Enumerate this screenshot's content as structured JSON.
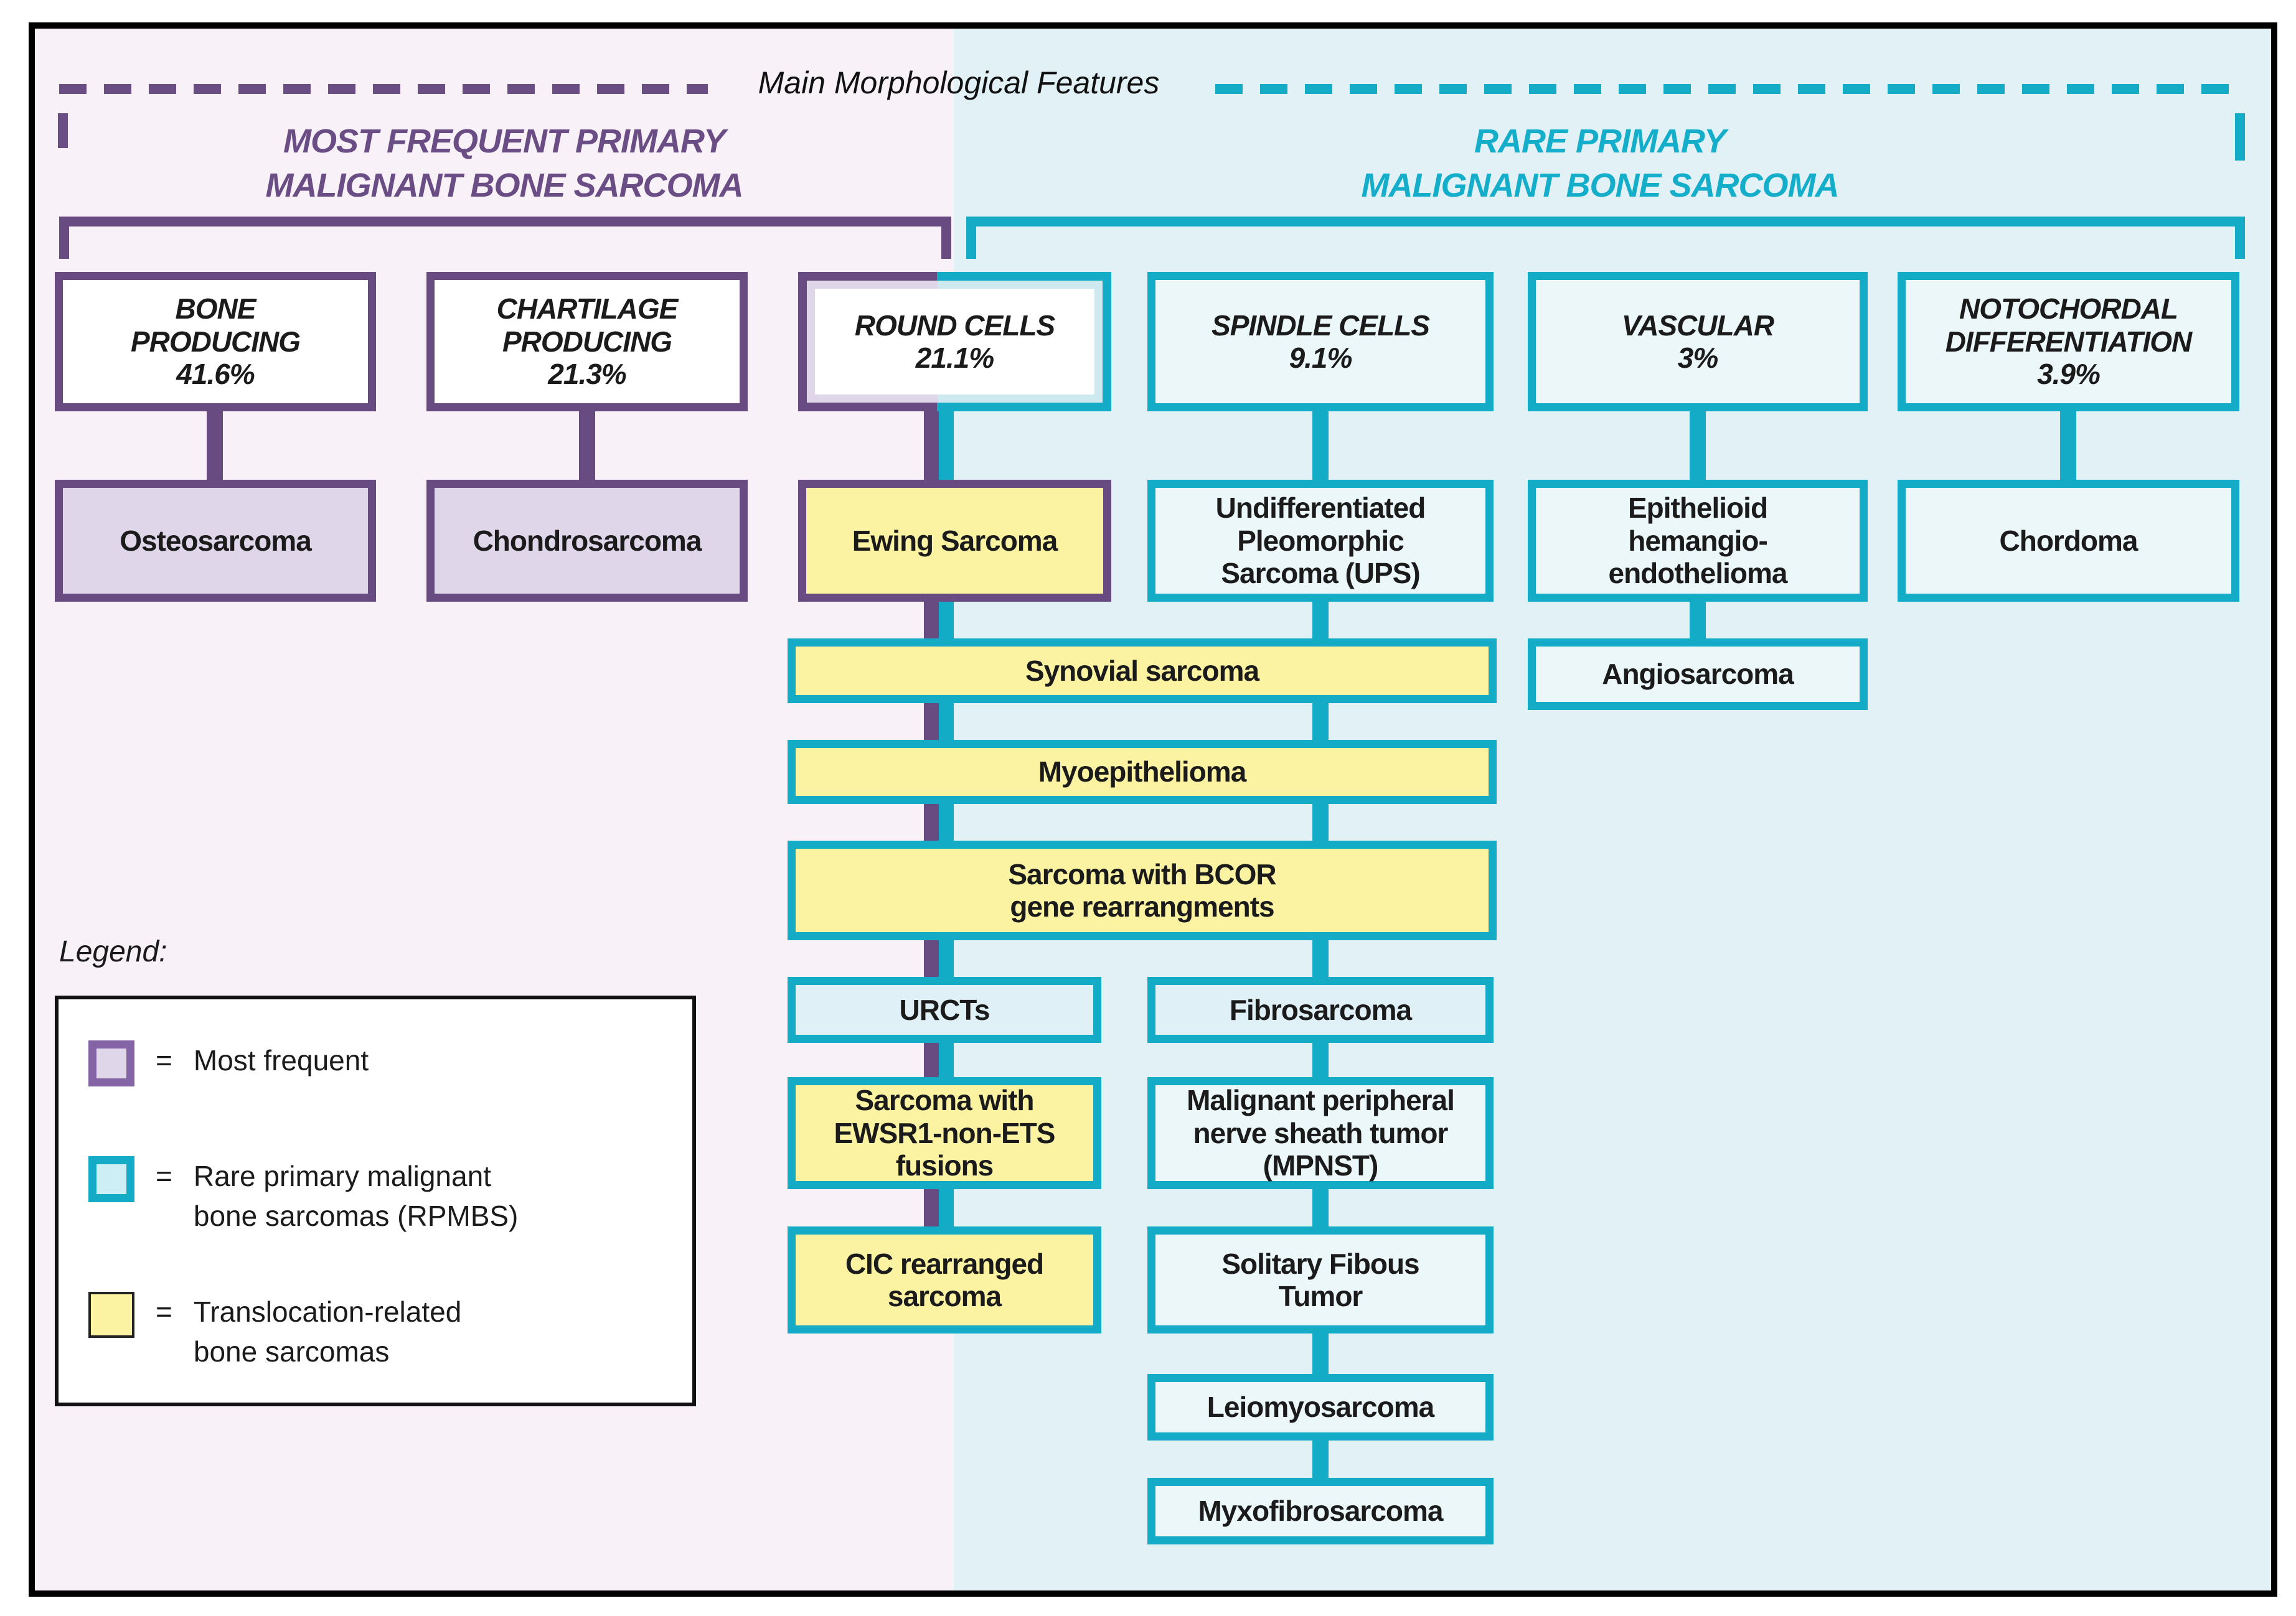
{
  "main_title": "Main Morphological Features",
  "groups": {
    "left": {
      "title": "MOST FREQUENT PRIMARY\nMALIGNANT BONE SARCOMA",
      "color": "#6b4d86"
    },
    "right": {
      "title": "RARE PRIMARY\nMALIGNANT BONE SARCOMA",
      "color": "#14aecb"
    }
  },
  "headers": {
    "bone": "BONE\nPRODUCING\n41.6%",
    "cartilage": "CHARTILAGE\nPRODUCING\n21.3%",
    "round": "ROUND CELLS\n21.1%",
    "spindle": "SPINDLE CELLS\n9.1%",
    "vascular": "VASCULAR\n3%",
    "notochordal": "NOTOCHORDAL\nDIFFERENTIATION\n3.9%"
  },
  "percentages": {
    "bone_producing": "41.6%",
    "cartilage_producing": "21.3%",
    "round_cells": "21.1%",
    "spindle_cells": "9.1%",
    "vascular": "3%",
    "notochordal_differentiation": "3.9%"
  },
  "nodes": {
    "osteosarcoma": "Osteosarcoma",
    "chondrosarcoma": "Chondrosarcoma",
    "ewing": "Ewing Sarcoma",
    "ups": "Undifferentiated\nPleomorphic\nSarcoma (UPS)",
    "ehe": "Epithelioid\nhemangio-\nendothelioma",
    "chordoma": "Chordoma",
    "angiosarcoma": "Angiosarcoma",
    "synovial": "Synovial sarcoma",
    "myoepithelioma": "Myoepithelioma",
    "bcor": "Sarcoma with BCOR\ngene rearrangments",
    "urcts": "URCTs",
    "fibrosarcoma": "Fibrosarcoma",
    "ewsr1": "Sarcoma with\nEWSR1-non-ETS\nfusions",
    "mpnst": "Malignant peripheral\nnerve sheath tumor\n(MPNST)",
    "cic": "CIC rearranged\nsarcoma",
    "sft": "Solitary Fibous\nTumor",
    "leiomyosarcoma": "Leiomyosarcoma",
    "myxofibrosarcoma": "Myxofibrosarcoma"
  },
  "legend": {
    "title": "Legend:",
    "equals": "=",
    "items": [
      {
        "swatch": "most-frequent-swatch",
        "label": "Most frequent"
      },
      {
        "swatch": "rpmbs-swatch",
        "label": "Rare primary malignant\nbone sarcomas (RPMBS)"
      },
      {
        "swatch": "translocation-swatch",
        "label": "Translocation-related\nbone sarcomas"
      }
    ]
  },
  "colors": {
    "purple_border": "#684b80",
    "purple_title": "#6b4d86",
    "lavender_fill": "#e0d6e9",
    "teal_border": "#13abc6",
    "teal_title": "#14aecb",
    "yellow_fill": "#fcf3a2",
    "light_blue_fill": "#dff0f6",
    "left_background": "#f8f2f8",
    "right_background": "#e1f1f5",
    "frame": "#000000"
  }
}
